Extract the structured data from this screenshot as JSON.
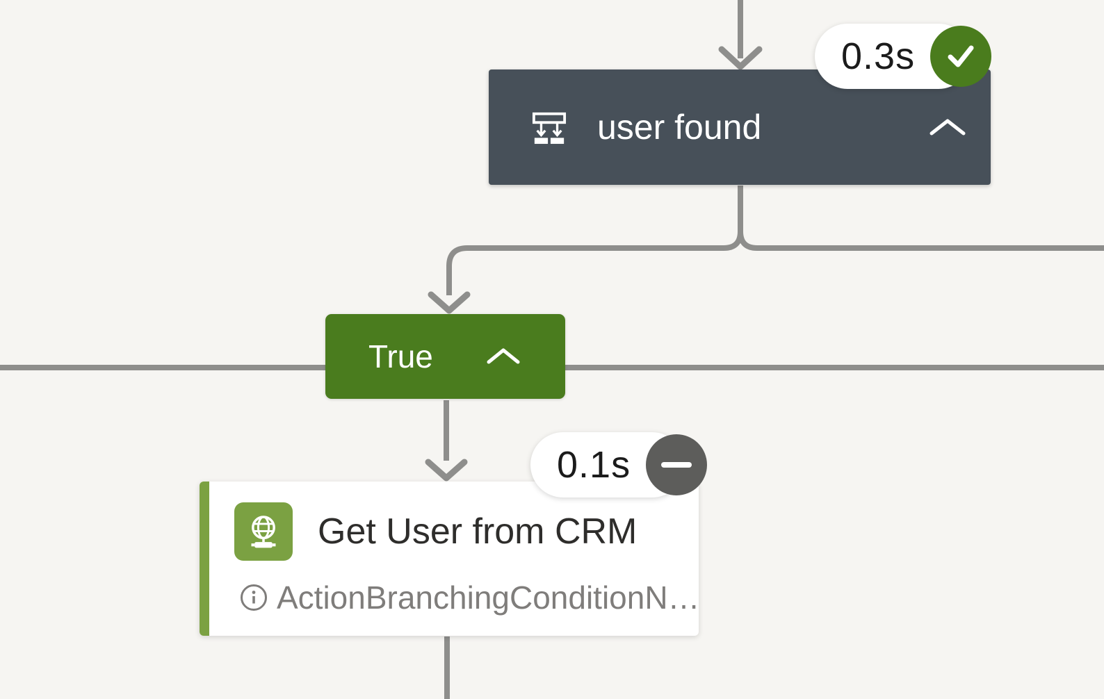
{
  "canvas": {
    "background_color": "#f6f5f2",
    "connector_color": "#8e8e8c"
  },
  "condition_node": {
    "label": "user found",
    "type_icon": "branch-condition-icon",
    "collapse_icon": "chevron-up-icon",
    "background_color": "#475059",
    "badge": {
      "duration": "0.3s",
      "status": "succeeded",
      "status_icon": "check-icon",
      "status_color": "#4a7c1d"
    }
  },
  "true_branch": {
    "label": "True",
    "collapse_icon": "chevron-up-icon",
    "background_color": "#4a7c1e"
  },
  "action_card": {
    "title": "Get User from CRM",
    "note": "ActionBranchingConditionN…",
    "note_icon": "info-icon",
    "connector_icon": "globe-connector-icon",
    "accent_color": "#7ba142",
    "badge": {
      "duration": "0.1s",
      "status": "neutral",
      "status_icon": "minus-icon",
      "status_color": "#5d5d5b"
    }
  }
}
